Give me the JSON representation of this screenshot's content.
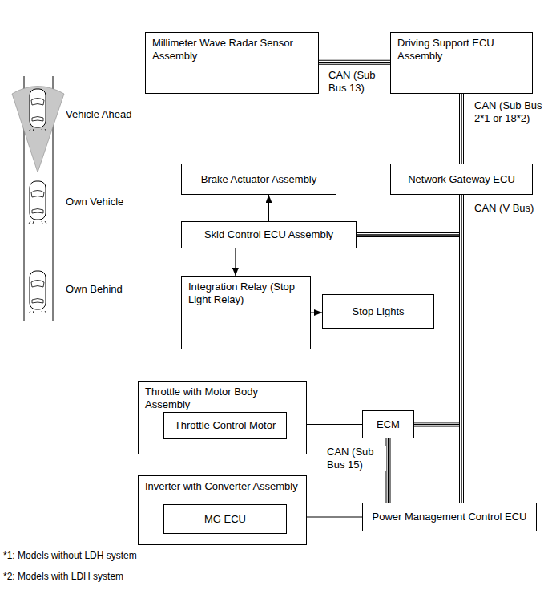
{
  "diagram": {
    "nodes": [
      {
        "text": [
          "Millimeter Wave Radar Sensor Assembly"
        ]
      },
      {
        "text": [
          "Driving Support ECU Assembly"
        ]
      },
      {
        "text": [
          "Brake Actuator Assembly"
        ]
      },
      {
        "text": [
          "Network Gateway ECU"
        ]
      },
      {
        "text": [
          "Skid Control ECU Assembly"
        ]
      },
      {
        "text": [
          "Integration Relay (Stop Light Relay)"
        ]
      },
      {
        "text": [
          "Stop Lights"
        ]
      },
      {
        "text": [
          "Throttle with Motor Body Assembly"
        ]
      },
      {
        "text": [
          "Throttle Control Motor"
        ],
        "in": 7
      },
      {
        "text": [
          "ECM"
        ]
      },
      {
        "text": [
          "Inverter with Converter Assembly"
        ]
      },
      {
        "text": [
          "MG ECU"
        ],
        "in": 10
      },
      {
        "text": [
          "Power Management Control ECU"
        ]
      }
    ],
    "edges": [
      {
        "from": 0,
        "to": 1,
        "arrow": "none",
        "label": "CAN (Sub Bus 13)"
      },
      {
        "from": 1,
        "to": 3,
        "arrow": "none",
        "label": "CAN (Sub Bus 2*1 or 18*2)"
      },
      {
        "from": 3,
        "to": 4,
        "arrow": "none"
      },
      {
        "from": 3,
        "to": 9,
        "arrow": "none"
      },
      {
        "from": 3,
        "to": 12,
        "arrow": "none",
        "label": "CAN (V Bus)"
      },
      {
        "from": 9,
        "to": 12,
        "arrow": "none",
        "label": "CAN (Sub Bus 15)"
      },
      {
        "from": 4,
        "to": 2,
        "arrow": "to"
      },
      {
        "from": 4,
        "to": 5,
        "arrow": "to"
      },
      {
        "from": 5,
        "to": 6,
        "arrow": "to"
      },
      {
        "from": 9,
        "to": 8,
        "arrow": "to"
      },
      {
        "from": 12,
        "to": 11,
        "arrow": "to"
      }
    ],
    "labels": [
      "Vehicle Ahead",
      "Own Vehicle",
      "Own Behind",
      "*1: Models without LDH system",
      "*2: Models with LDH system"
    ]
  }
}
